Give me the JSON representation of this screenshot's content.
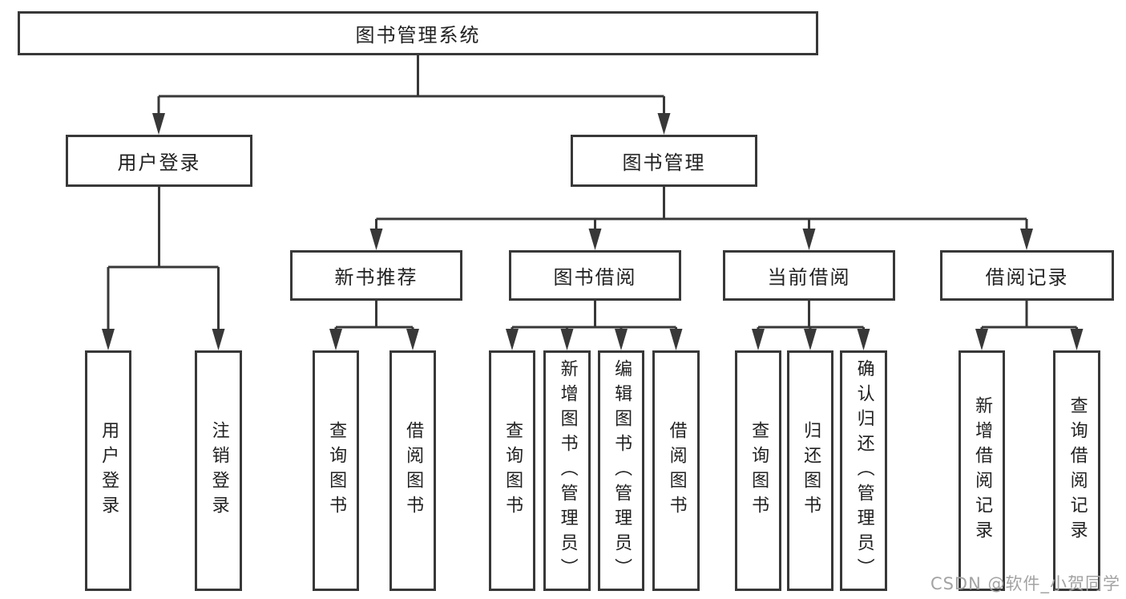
{
  "diagram": {
    "root": {
      "label": "图书管理系统"
    },
    "user_login": {
      "label": "用户登录",
      "children": [
        {
          "label": "用户登录"
        },
        {
          "label": "注销登录"
        }
      ]
    },
    "book_mgmt": {
      "label": "图书管理",
      "groups": [
        {
          "label": "新书推荐",
          "children": [
            {
              "label": "查询图书"
            },
            {
              "label": "借阅图书"
            }
          ]
        },
        {
          "label": "图书借阅",
          "children": [
            {
              "label": "查询图书"
            },
            {
              "label": "新增图书（管理员）"
            },
            {
              "label": "编辑图书（管理员）"
            },
            {
              "label": "借阅图书"
            }
          ]
        },
        {
          "label": "当前借阅",
          "children": [
            {
              "label": "查询图书"
            },
            {
              "label": "归还图书"
            },
            {
              "label": "确认归还（管理员）"
            }
          ]
        },
        {
          "label": "借阅记录",
          "children": [
            {
              "label": "新增借阅记录"
            },
            {
              "label": "查询借阅记录"
            }
          ]
        }
      ]
    },
    "line_color": "#383838",
    "watermark": "CSDN @软件_小贺同学"
  }
}
